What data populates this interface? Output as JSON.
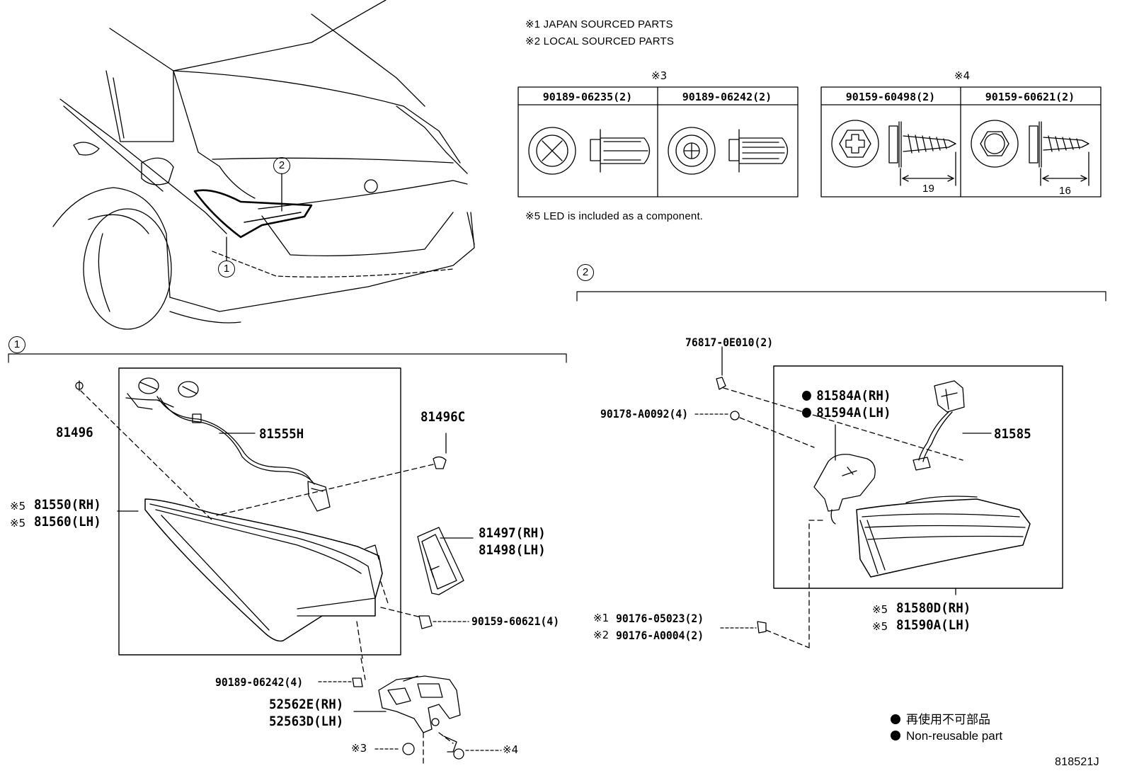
{
  "notes": {
    "n1": "※1 JAPAN SOURCED PARTS",
    "n2": "※2 LOCAL SOURCED PARTS",
    "n5": "※5 LED is included as a component."
  },
  "fastener_tables": {
    "t3": {
      "marker": "※3",
      "col1": "90189-06235(2)",
      "col2": "90189-06242(2)"
    },
    "t4": {
      "marker": "※4",
      "col1": "90159-60498(2)",
      "col2": "90159-60621(2)",
      "dim1": "19",
      "dim2": "16"
    }
  },
  "callouts": {
    "c1": "1",
    "c2": "2"
  },
  "group1": {
    "p81496": "81496",
    "p81555H": "81555H",
    "p81496C": "81496C",
    "lamp_rh_mark": "※5",
    "lamp_rh": "81550(RH)",
    "lamp_lh_mark": "※5",
    "lamp_lh": "81560(LH)",
    "cover_rh": "81497(RH)",
    "cover_lh": "81498(LH)",
    "screw": "90159-60621(4)",
    "clip": "90189-06242(4)",
    "bracket_rh": "52562E(RH)",
    "bracket_lh": "52563D(LH)",
    "ref3": "※3",
    "ref4": "※4"
  },
  "group2": {
    "p76817": "76817-0E010(2)",
    "p90178": "90178-A0092(4)",
    "gasket_rh": "81584A(RH)",
    "gasket_lh": "81594A(LH)",
    "socket": "81585",
    "nut1_mark": "※1",
    "nut1": "90176-05023(2)",
    "nut2_mark": "※2",
    "nut2": "90176-A0004(2)",
    "lamp_rh_mark": "※5",
    "lamp_rh": "81580D(RH)",
    "lamp_lh_mark": "※5",
    "lamp_lh": "81590A(LH)"
  },
  "legend": {
    "jp": "再使用不可部品",
    "en": "Non-reusable part"
  },
  "diagram_id": "818521J"
}
